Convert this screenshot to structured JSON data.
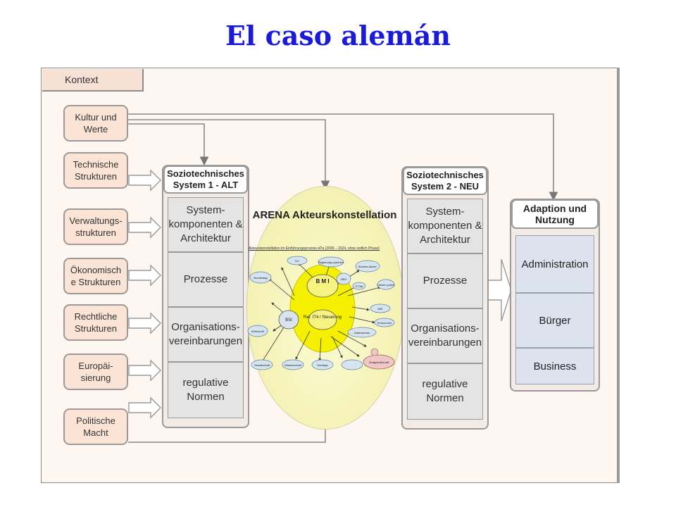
{
  "title": "El caso alemán",
  "kontext_label": "Kontext",
  "factors": [
    {
      "label": "Kultur und Werte"
    },
    {
      "label": "Technische Strukturen"
    },
    {
      "label": "Verwaltungs-strukturen"
    },
    {
      "label": "Ökonomisch e Strukturen"
    },
    {
      "label": "Rechtliche Strukturen"
    },
    {
      "label": "Europäi-sierung"
    },
    {
      "label": "Politische Macht"
    }
  ],
  "system_alt": {
    "heading": "Soziotechnisches System 1 - ALT",
    "cells": [
      "System-komponenten & Architektur",
      "Prozesse",
      "Organisations-vereinbarungen",
      "regulative Normen"
    ]
  },
  "system_neu": {
    "heading": "Soziotechnisches System 2 - NEU",
    "cells": [
      "System-komponenten & Architektur",
      "Prozesse",
      "Organisations-vereinbarungen",
      "regulative Normen"
    ]
  },
  "arena": {
    "title": "ARENA Akteurskonstellation",
    "caption": "Akteurskonstellation im Einführungsprozess ePa (2006 – 2024, ohne zeitlich Phase)",
    "central_nodes": [
      "B M I",
      "Ref. IT4 / Steuerung",
      "BSI"
    ],
    "nodes": [
      "EU",
      "Regierungs-parteien",
      "Bundes-länder",
      "IT-Rat",
      "Länder-polizei",
      "BfDI",
      "IMK",
      "Kommunen",
      "Bundestag",
      "Zivilgesellschaft",
      "Wirtschaft",
      "Datenschutz",
      "Gesellschaft",
      "Wissenschaft",
      "Sonstige"
    ]
  },
  "adaption": {
    "heading": "Adaption und Nutzung",
    "cells": [
      "Administration",
      "Bürger",
      "Business"
    ]
  }
}
